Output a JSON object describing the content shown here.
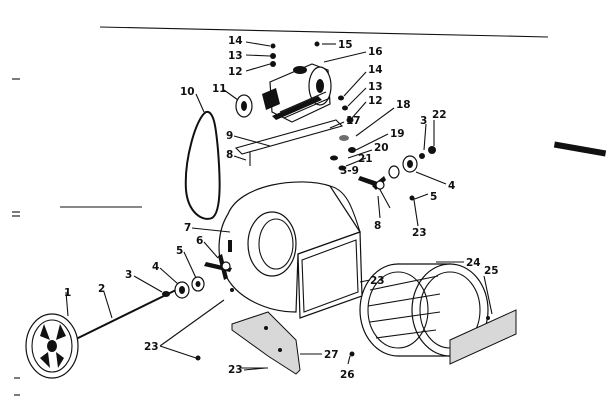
{
  "callouts": {
    "c1": "1",
    "c2": "2",
    "c3": "3",
    "c4": "4",
    "c5": "5",
    "c6": "6",
    "c7": "7",
    "c8_left": "8",
    "c8_right": "8",
    "c9": "9",
    "c3_9": "3-9",
    "c10": "10",
    "c11": "11",
    "c12_top": "12",
    "c12_right": "12",
    "c13_top": "13",
    "c13_right": "13",
    "c14_top": "14",
    "c14_right": "14",
    "c15": "15",
    "c16": "16",
    "c17": "17",
    "c18": "18",
    "c19": "19",
    "c20": "20",
    "c21": "21",
    "c22": "22",
    "c3_right": "3",
    "c4_right": "4",
    "c5_right": "5",
    "c23_left": "23",
    "c23_bottom": "23",
    "c23_mid": "23",
    "c23_right": "23",
    "c24": "24",
    "c25": "25",
    "c26": "26",
    "c27": "27"
  }
}
